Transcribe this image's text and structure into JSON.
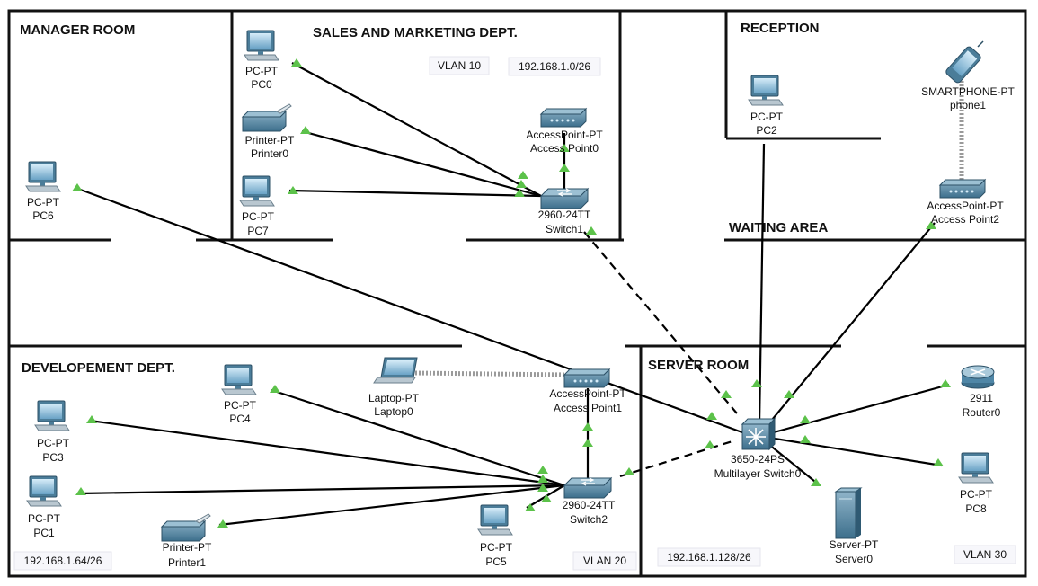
{
  "rooms": {
    "manager": "MANAGER ROOM",
    "sales": "SALES AND MARKETING DEPT.",
    "reception": "RECEPTION",
    "waiting": "WAITING AREA",
    "development": "DEVELOPEMENT DEPT.",
    "server": "SERVER ROOM"
  },
  "notes": {
    "vlan10": "VLAN 10",
    "subnet_sales": "192.168.1.0/26",
    "subnet_dev": "192.168.1.64/26",
    "vlan20": "VLAN 20",
    "subnet_server": "192.168.1.128/26",
    "vlan30": "VLAN 30"
  },
  "devices": {
    "pc0": {
      "type": "PC-PT",
      "name": "PC0",
      "icon": "pc-icon"
    },
    "printer0": {
      "type": "Printer-PT",
      "name": "Printer0",
      "icon": "printer-icon"
    },
    "pc7": {
      "type": "PC-PT",
      "name": "PC7",
      "icon": "pc-icon"
    },
    "ap0": {
      "type": "AccessPoint-PT",
      "name": "Access Point0",
      "icon": "access-point-icon"
    },
    "switch1": {
      "type": "2960-24TT",
      "name": "Switch1",
      "icon": "switch-icon"
    },
    "pc6": {
      "type": "PC-PT",
      "name": "PC6",
      "icon": "pc-icon"
    },
    "pc2": {
      "type": "PC-PT",
      "name": "PC2",
      "icon": "pc-icon"
    },
    "phone1": {
      "type": "SMARTPHONE-PT",
      "name": "phone1",
      "icon": "smartphone-icon"
    },
    "ap2": {
      "type": "AccessPoint-PT",
      "name": "Access Point2",
      "icon": "access-point-icon"
    },
    "laptop0": {
      "type": "Laptop-PT",
      "name": "Laptop0",
      "icon": "laptop-icon"
    },
    "ap1": {
      "type": "AccessPoint-PT",
      "name": "Access Point1",
      "icon": "access-point-icon"
    },
    "pc4": {
      "type": "PC-PT",
      "name": "PC4",
      "icon": "pc-icon"
    },
    "pc3": {
      "type": "PC-PT",
      "name": "PC3",
      "icon": "pc-icon"
    },
    "pc1": {
      "type": "PC-PT",
      "name": "PC1",
      "icon": "pc-icon"
    },
    "printer1": {
      "type": "Printer-PT",
      "name": "Printer1",
      "icon": "printer-icon"
    },
    "pc5": {
      "type": "PC-PT",
      "name": "PC5",
      "icon": "pc-icon"
    },
    "switch2": {
      "type": "2960-24TT",
      "name": "Switch2",
      "icon": "switch-icon"
    },
    "mls0": {
      "type": "3650-24PS",
      "name": "Multilayer Switch0",
      "icon": "multilayer-switch-icon"
    },
    "router0": {
      "type": "2911",
      "name": "Router0",
      "icon": "router-icon"
    },
    "pc8": {
      "type": "PC-PT",
      "name": "PC8",
      "icon": "pc-icon"
    },
    "server0": {
      "type": "Server-PT",
      "name": "Server0",
      "icon": "server-icon"
    }
  },
  "colors": {
    "wall": "#111111",
    "link": "#000000",
    "wireless": "#9a9a9a",
    "port_up": "#5cc24a",
    "device": "#3d6f8c"
  }
}
